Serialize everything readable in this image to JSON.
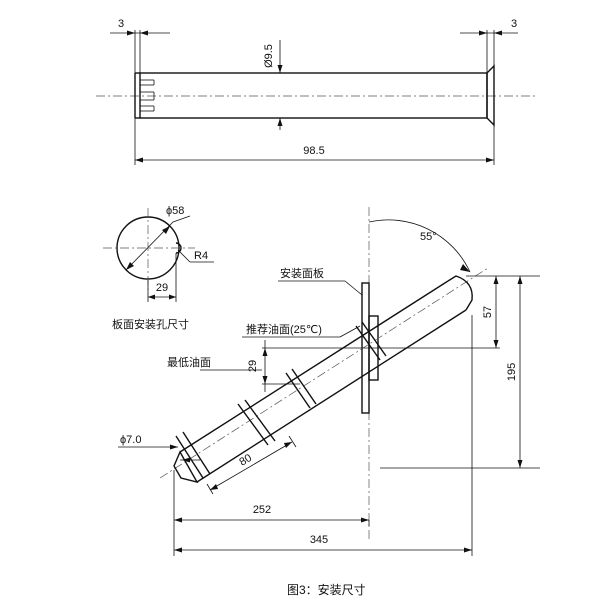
{
  "top_view": {
    "dim_left": "3",
    "dim_right": "3",
    "dim_diameter": "Ø9.5",
    "dim_length": "98.5"
  },
  "hole_view": {
    "dim_diameter": "ϕ58",
    "dim_radius": "R4",
    "dim_offset": "29",
    "caption": "板面安装孔尺寸"
  },
  "install_view": {
    "angle": "55°",
    "label_panel": "安装面板",
    "label_recommended_oil": "推荐油面(25℃)",
    "label_min_oil": "最低油面",
    "dim_57": "57",
    "dim_195": "195",
    "dim_29": "29",
    "dim_tip_diameter": "ϕ7.0",
    "dim_80": "80",
    "dim_252": "252",
    "dim_345": "345"
  },
  "figure_caption": "图3：安装尺寸"
}
